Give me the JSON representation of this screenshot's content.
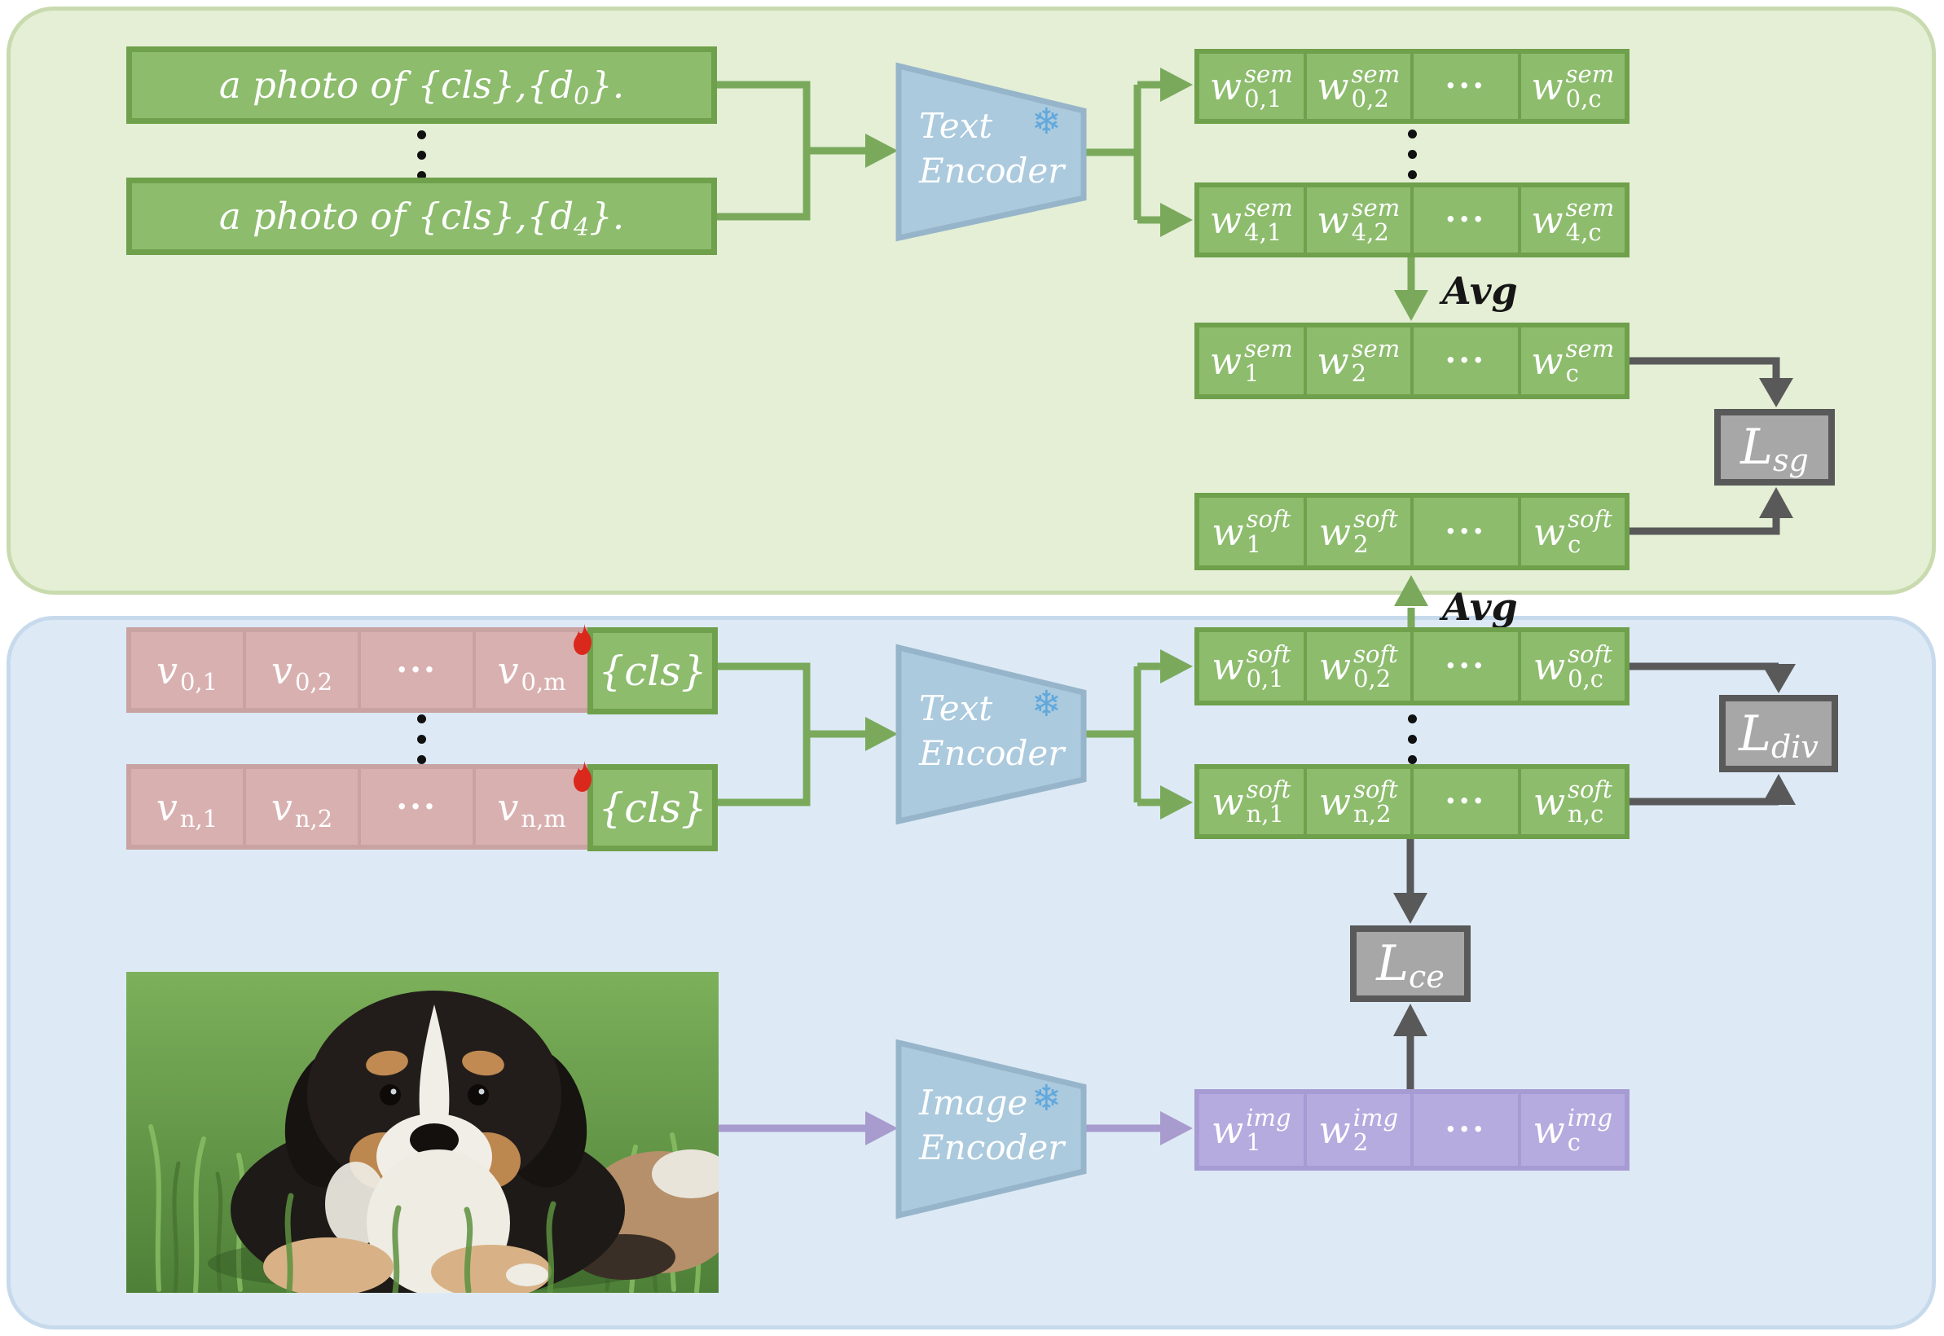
{
  "colors": {
    "panel_top_bg": "#e4efd6",
    "panel_top_border": "#c9dbae",
    "panel_bottom_bg": "#ddeaf6",
    "panel_bottom_border": "#c7daec",
    "green_fill": "#8dbc6d",
    "green_border": "#6fa04b",
    "green_line": "#7aa95c",
    "pink_fill": "#d9b0b0",
    "pink_border": "#c9a2a2",
    "purple_fill": "#b6abdf",
    "purple_border": "#a79bd4",
    "purple_line": "#a89bce",
    "gray_fill": "#a7a7a7",
    "gray_border": "#595959",
    "encoder_fill": "#abcade",
    "encoder_border": "#96b5ca",
    "snowflake": "#62a8dc",
    "flame": "#da291c"
  },
  "prompts": [
    {
      "pre": "a photo of {cls},{d",
      "sub": "0",
      "post": "}."
    },
    {
      "pre": "a photo of {cls},{d",
      "sub": "4",
      "post": "}."
    }
  ],
  "encoders": {
    "text_top": {
      "line1": "Text",
      "line2": "Encoder"
    },
    "text_bottom": {
      "line1": "Text",
      "line2": "Encoder"
    },
    "image": {
      "line1": "Image",
      "line2": "Encoder"
    }
  },
  "icons": {
    "snowflake": "❄"
  },
  "labels": {
    "cls": "{cls}",
    "avg_top": "Avg",
    "avg_bottom": "Avg"
  },
  "rows": {
    "sem0": [
      {
        "b": "w",
        "sup": "sem",
        "sub": "0,1"
      },
      {
        "b": "w",
        "sup": "sem",
        "sub": "0,2"
      },
      {
        "t": "···"
      },
      {
        "b": "w",
        "sup": "sem",
        "sub": "0,c"
      }
    ],
    "sem4": [
      {
        "b": "w",
        "sup": "sem",
        "sub": "4,1"
      },
      {
        "b": "w",
        "sup": "sem",
        "sub": "4,2"
      },
      {
        "t": "···"
      },
      {
        "b": "w",
        "sup": "sem",
        "sub": "4,c"
      }
    ],
    "semAvg": [
      {
        "b": "w",
        "sup": "sem",
        "sub": "1"
      },
      {
        "b": "w",
        "sup": "sem",
        "sub": "2"
      },
      {
        "t": "···"
      },
      {
        "b": "w",
        "sup": "sem",
        "sub": "c"
      }
    ],
    "softAvg": [
      {
        "b": "w",
        "sup": "soft",
        "sub": "1"
      },
      {
        "b": "w",
        "sup": "soft",
        "sub": "2"
      },
      {
        "t": "···"
      },
      {
        "b": "w",
        "sup": "soft",
        "sub": "c"
      }
    ],
    "v0": [
      {
        "b": "v",
        "sub": "0,1"
      },
      {
        "b": "v",
        "sub": "0,2"
      },
      {
        "t": "···"
      },
      {
        "b": "v",
        "sub": "0,m"
      }
    ],
    "vn": [
      {
        "b": "v",
        "sub": "n,1"
      },
      {
        "b": "v",
        "sub": "n,2"
      },
      {
        "t": "···"
      },
      {
        "b": "v",
        "sub": "n,m"
      }
    ],
    "soft0": [
      {
        "b": "w",
        "sup": "soft",
        "sub": "0,1"
      },
      {
        "b": "w",
        "sup": "soft",
        "sub": "0,2"
      },
      {
        "t": "···"
      },
      {
        "b": "w",
        "sup": "soft",
        "sub": "0,c"
      }
    ],
    "softn": [
      {
        "b": "w",
        "sup": "soft",
        "sub": "n,1"
      },
      {
        "b": "w",
        "sup": "soft",
        "sub": "n,2"
      },
      {
        "t": "···"
      },
      {
        "b": "w",
        "sup": "soft",
        "sub": "n,c"
      }
    ],
    "img": [
      {
        "b": "w",
        "sup": "img",
        "sub": "1"
      },
      {
        "b": "w",
        "sup": "img",
        "sub": "2"
      },
      {
        "t": "···"
      },
      {
        "b": "w",
        "sup": "img",
        "sub": "c"
      }
    ]
  },
  "losses": {
    "sg": {
      "b": "L",
      "sub": "sg"
    },
    "div": {
      "b": "L",
      "sub": "div"
    },
    "ce": {
      "b": "L",
      "sub": "ce"
    }
  }
}
